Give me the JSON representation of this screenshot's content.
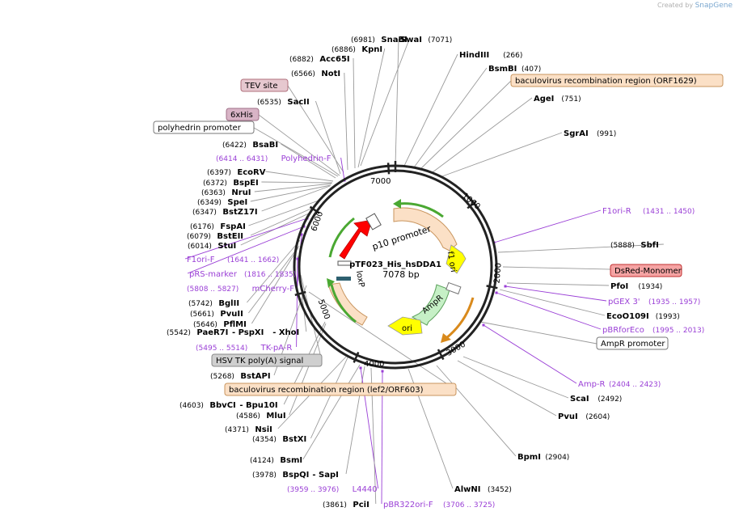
{
  "credit": {
    "prefix": "Created by",
    "brand": "SnapGene"
  },
  "plasmid": {
    "name": "pTF023_His_hsDDA1",
    "length": "7078 bp"
  },
  "colors": {
    "enzyme_line": "#9a9a9a",
    "primer": "#9a3fd6",
    "backbone": "#222222",
    "tev_fill": "#e6c8cf",
    "tev_stroke": "#b0707c",
    "his_fill": "#d8b4c6",
    "his_stroke": "#a07088",
    "region_fill": "#fbe0c6",
    "region_stroke": "#c9955e",
    "dsred_fill": "#f5a3a3",
    "dsred_stroke": "#c03030",
    "hsv_fill": "#cfcfcf",
    "hsv_stroke": "#888888",
    "white_fill": "#ffffff",
    "white_stroke": "#777777",
    "red_feature": "#ff0000",
    "yellow_feature": "#ffff00",
    "green_feature": "#c6f0c6",
    "green_arrow": "#4aa832",
    "orange_arrow": "#d98a1c"
  },
  "ticks": [
    {
      "label": "1000"
    },
    {
      "label": "2000"
    },
    {
      "label": "3000"
    },
    {
      "label": "4000"
    },
    {
      "label": "5000"
    },
    {
      "label": "6000"
    },
    {
      "label": "7000"
    }
  ],
  "inner_features": [
    {
      "label": "p10 promoter"
    },
    {
      "label": "f1 ori"
    },
    {
      "label": "AmpR"
    },
    {
      "label": "ori"
    },
    {
      "label": "loxP"
    }
  ],
  "labels": [
    {
      "pos": "(6981)",
      "name": "SnaBI",
      "kind": "enzyme",
      "side": "L"
    },
    {
      "name": "SwaI",
      "pos": "(7071)",
      "kind": "enzyme",
      "side": "R"
    },
    {
      "pos": "(6886)",
      "name": "KpnI",
      "kind": "enzyme",
      "side": "L"
    },
    {
      "pos": "(6882)",
      "name": "Acc65I",
      "kind": "enzyme",
      "side": "L"
    },
    {
      "name": "HindIII",
      "pos": "(266)",
      "kind": "enzyme",
      "side": "R"
    },
    {
      "pos": "(6566)",
      "name": "NotI",
      "kind": "enzyme",
      "side": "L"
    },
    {
      "name": "BsmBI",
      "pos": "(407)",
      "kind": "enzyme",
      "side": "R"
    },
    {
      "name": "baculovirus recombination region (ORF1629)",
      "kind": "box",
      "style": "region",
      "side": "R"
    },
    {
      "name": "TEV site",
      "kind": "box",
      "style": "tev",
      "side": "L"
    },
    {
      "name": "AgeI",
      "pos": "(751)",
      "kind": "enzyme",
      "side": "R"
    },
    {
      "pos": "(6535)",
      "name": "SacII",
      "kind": "enzyme",
      "side": "L"
    },
    {
      "name": "6xHis",
      "kind": "box",
      "style": "his",
      "side": "L"
    },
    {
      "name": "polyhedrin promoter",
      "kind": "box",
      "style": "white",
      "side": "L"
    },
    {
      "name": "SgrAI",
      "pos": "(991)",
      "kind": "enzyme",
      "side": "R"
    },
    {
      "pos": "(6422)",
      "name": "BsaBI",
      "kind": "enzyme",
      "side": "L"
    },
    {
      "pos": "(6414 .. 6431)",
      "name": "Polyhedrin-F",
      "kind": "primer",
      "side": "L"
    },
    {
      "pos": "(6397)",
      "name": "EcoRV",
      "kind": "enzyme",
      "side": "L"
    },
    {
      "pos": "(6372)",
      "name": "BspEI",
      "kind": "enzyme",
      "side": "L"
    },
    {
      "pos": "(6363)",
      "name": "NruI",
      "kind": "enzyme",
      "side": "L"
    },
    {
      "pos": "(6349)",
      "name": "SpeI",
      "kind": "enzyme",
      "side": "L"
    },
    {
      "pos": "(6347)",
      "name": "BstZ17I",
      "kind": "enzyme",
      "side": "L"
    },
    {
      "name": "F1ori-R",
      "pos": "(1431 .. 1450)",
      "kind": "primer",
      "side": "R"
    },
    {
      "pos": "(6176)",
      "name": "FspAI",
      "kind": "enzyme",
      "side": "L"
    },
    {
      "pos": "(6079)",
      "name": "BstEII",
      "kind": "enzyme",
      "side": "L"
    },
    {
      "pos": "(6014)",
      "name": "StuI",
      "kind": "enzyme",
      "side": "L"
    },
    {
      "name": "F1ori-F",
      "pos": "(1641 .. 1662)",
      "kind": "primer",
      "side": "R"
    },
    {
      "pos": "(5888)",
      "name": "SbfI",
      "kind": "enzyme",
      "side": "L"
    },
    {
      "name": "pRS-marker",
      "pos": "(1816 .. 1835)",
      "kind": "primer",
      "side": "R"
    },
    {
      "name": "DsRed-Monomer",
      "kind": "box",
      "style": "dsred",
      "side": "L"
    },
    {
      "name": "PfoI",
      "pos": "(1934)",
      "kind": "enzyme",
      "side": "R"
    },
    {
      "pos": "(5808 .. 5827)",
      "name": "mCherry-F",
      "kind": "primer",
      "side": "L"
    },
    {
      "name": "pGEX 3'",
      "pos": "(1935 .. 1957)",
      "kind": "primer",
      "side": "R"
    },
    {
      "pos": "(5742)",
      "name": "BglII",
      "kind": "enzyme",
      "side": "L"
    },
    {
      "name": "EcoO109I",
      "pos": "(1993)",
      "kind": "enzyme",
      "side": "R"
    },
    {
      "pos": "(5661)",
      "name": "PvuII",
      "kind": "enzyme",
      "side": "L"
    },
    {
      "pos": "(5646)",
      "name": "PflMI",
      "kind": "enzyme",
      "side": "L"
    },
    {
      "name": "pBRforEco",
      "pos": "(1995 .. 2013)",
      "kind": "primer",
      "side": "R"
    },
    {
      "pos": "(5542)",
      "name": "PaeR7I",
      "extra": [
        "- PspXI",
        "- XhoI"
      ],
      "kind": "enzyme",
      "side": "L"
    },
    {
      "name": "AmpR promoter",
      "kind": "box",
      "style": "white",
      "side": "R"
    },
    {
      "pos": "(5495 .. 5514)",
      "name": "TK-pA-R",
      "kind": "primer",
      "side": "L"
    },
    {
      "name": "HSV TK poly(A) signal",
      "kind": "box",
      "style": "hsv",
      "side": "L"
    },
    {
      "pos": "(5268)",
      "name": "BstAPI",
      "kind": "enzyme",
      "side": "L"
    },
    {
      "name": "Amp-R",
      "pos": "(2404 .. 2423)",
      "kind": "primer",
      "side": "R"
    },
    {
      "name": "baculovirus recombination region (lef2/ORF603)",
      "kind": "box",
      "style": "region",
      "side": "L"
    },
    {
      "name": "ScaI",
      "pos": "(2492)",
      "kind": "enzyme",
      "side": "R"
    },
    {
      "pos": "(4603)",
      "name": "BbvCI",
      "extra": [
        "- Bpu10I"
      ],
      "kind": "enzyme",
      "side": "L"
    },
    {
      "pos": "(4586)",
      "name": "MluI",
      "kind": "enzyme",
      "side": "L"
    },
    {
      "name": "PvuI",
      "pos": "(2604)",
      "kind": "enzyme",
      "side": "R"
    },
    {
      "pos": "(4371)",
      "name": "NsiI",
      "kind": "enzyme",
      "side": "L"
    },
    {
      "pos": "(4354)",
      "name": "BstXI",
      "kind": "enzyme",
      "side": "L"
    },
    {
      "pos": "(4124)",
      "name": "BsmI",
      "kind": "enzyme",
      "side": "L"
    },
    {
      "name": "BpmI",
      "pos": "(2904)",
      "kind": "enzyme",
      "side": "R"
    },
    {
      "pos": "(3978)",
      "name": "BspQI",
      "extra": [
        "- SapI"
      ],
      "kind": "enzyme",
      "side": "L"
    },
    {
      "name": "AlwNI",
      "pos": "(3452)",
      "kind": "enzyme",
      "side": "R"
    },
    {
      "pos": "(3959 .. 3976)",
      "name": "L4440",
      "kind": "primer",
      "side": "L"
    },
    {
      "pos": "(3861)",
      "name": "PciI",
      "kind": "enzyme",
      "side": "L"
    },
    {
      "name": "pBR322ori-F",
      "pos": "(3706 .. 3725)",
      "kind": "primer",
      "side": "R"
    }
  ]
}
